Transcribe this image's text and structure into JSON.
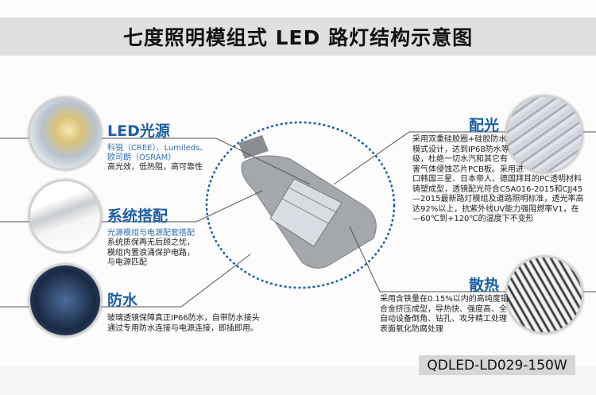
{
  "title": "七度照明模组式 LED 路灯结构示意图",
  "model": "QDLED-LD029-150W",
  "colors": {
    "heading": "#1d5fa6",
    "title_band": "#e0e0e0",
    "dashed_ellipse": "#1d5fa6"
  },
  "sections": {
    "led": {
      "heading": "LED光源",
      "sub": [
        "科锐（CREE）、Lumileds、",
        "欧司朗（OSRAM）"
      ],
      "text": [
        "高光效，低热阻，高可靠性"
      ]
    },
    "power": {
      "heading": "系统搭配",
      "sub": [
        "光源模组与电源配套搭配"
      ],
      "text": [
        "系统质保再无后顾之忧，",
        "模组内置浪涌保护电路，",
        "与电源匹配"
      ]
    },
    "water": {
      "heading": "防水",
      "text": [
        "玻璃透镜保障真正IP66防水，自带防水接头",
        "通过专用防水连接与电源连接，即插即用。"
      ]
    },
    "optics": {
      "heading": "配光",
      "text": [
        "采用双重硅胶圈+硅胶防水",
        "模式设计，达到IP68防水等",
        "级，杜绝一切水汽和其它有",
        "害气体侵蚀芯片PCB板。采用进",
        "口韩国三星、日本帝人、德国拜耳的PC透明材料",
        "铸塑成型，透镜配光符合CSA016-2015和CJJ45",
        "—2015最新路灯模组及道路照明标准，透光率高",
        "达92%以上，抗紫外线UV能力强阻燃率V1，在",
        "—60℃到+120℃的温度下不变形"
      ]
    },
    "heat": {
      "heading": "散热",
      "text": [
        "采用含铁量在0.15%以内的高纯度铝",
        "合金挤压成型，导热快、强度高、全",
        "自动设备倒角、钻孔、攻牙精工处理",
        "表面氧化防腐处理"
      ]
    }
  }
}
